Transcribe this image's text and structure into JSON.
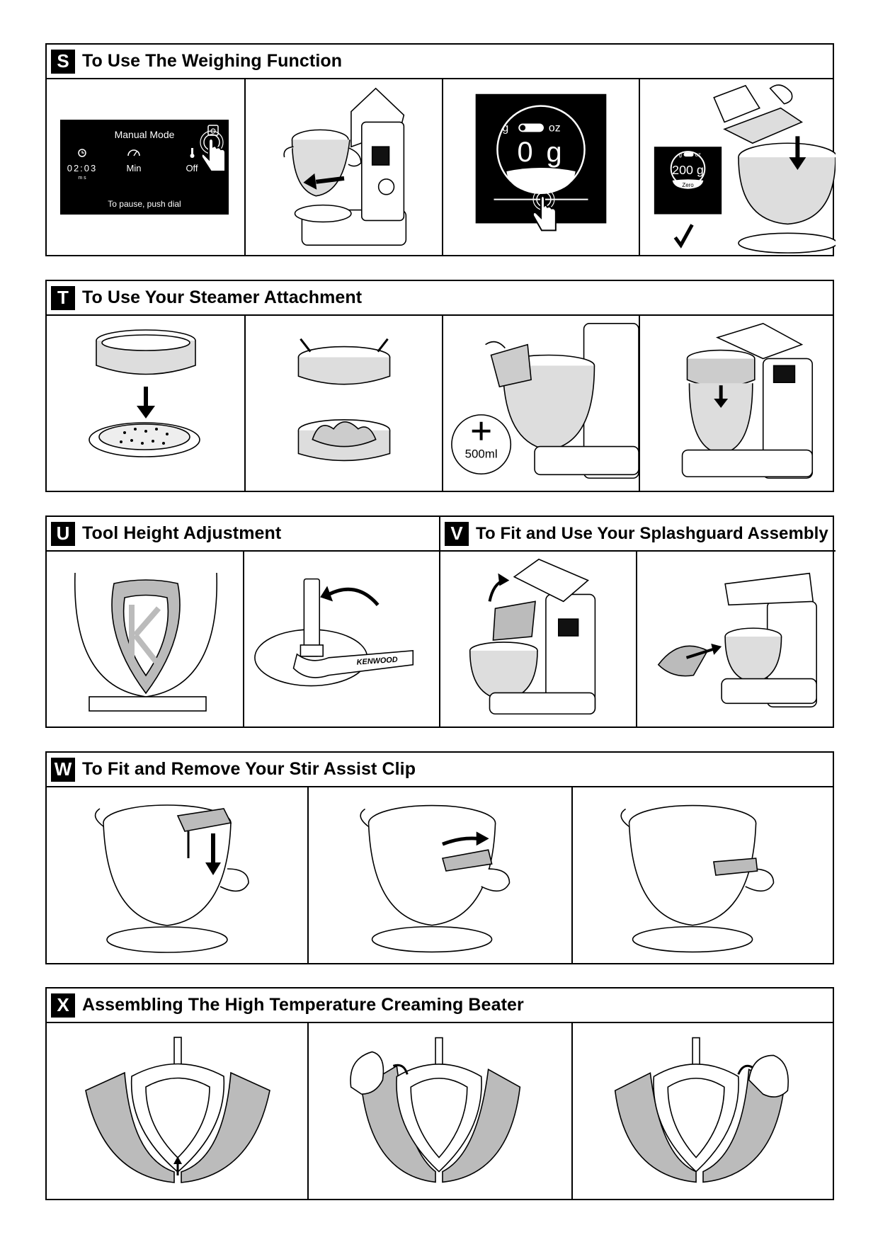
{
  "sections": {
    "S": {
      "letter": "S",
      "title": "To Use The Weighing Function",
      "display": {
        "mode": "Manual Mode",
        "time_value": "02:03",
        "time_units": "m s",
        "speed_value": "Min",
        "temp_value": "Off",
        "hint": "To pause, push dial"
      },
      "scale": {
        "left_unit": "g",
        "right_unit": "oz",
        "reading": "0 g"
      },
      "scale_small": {
        "left_unit": "g",
        "right_unit": "oz",
        "reading": "200 g",
        "button": "Zero"
      }
    },
    "T": {
      "letter": "T",
      "title": "To Use Your Steamer Attachment",
      "water_amount": "500ml"
    },
    "U": {
      "letter": "U",
      "title": "Tool Height Adjustment",
      "spanner_brand": "KENWOOD"
    },
    "V": {
      "letter": "V",
      "title": "To Fit and Use Your Splashguard Assembly"
    },
    "W": {
      "letter": "W",
      "title": "To Fit and Remove Your Stir Assist Clip"
    },
    "X": {
      "letter": "X",
      "title": "Assembling The High Temperature Creaming Beater"
    }
  },
  "icons": {
    "clock": "clock-icon",
    "speed": "speed-gauge-icon",
    "temperature": "thermometer-icon",
    "scale": "scale-icon",
    "hand": "pointing-hand-icon",
    "check": "check-mark-icon"
  },
  "colors": {
    "ink": "#000000",
    "shade": "#b9b9b9",
    "paper": "#ffffff"
  }
}
